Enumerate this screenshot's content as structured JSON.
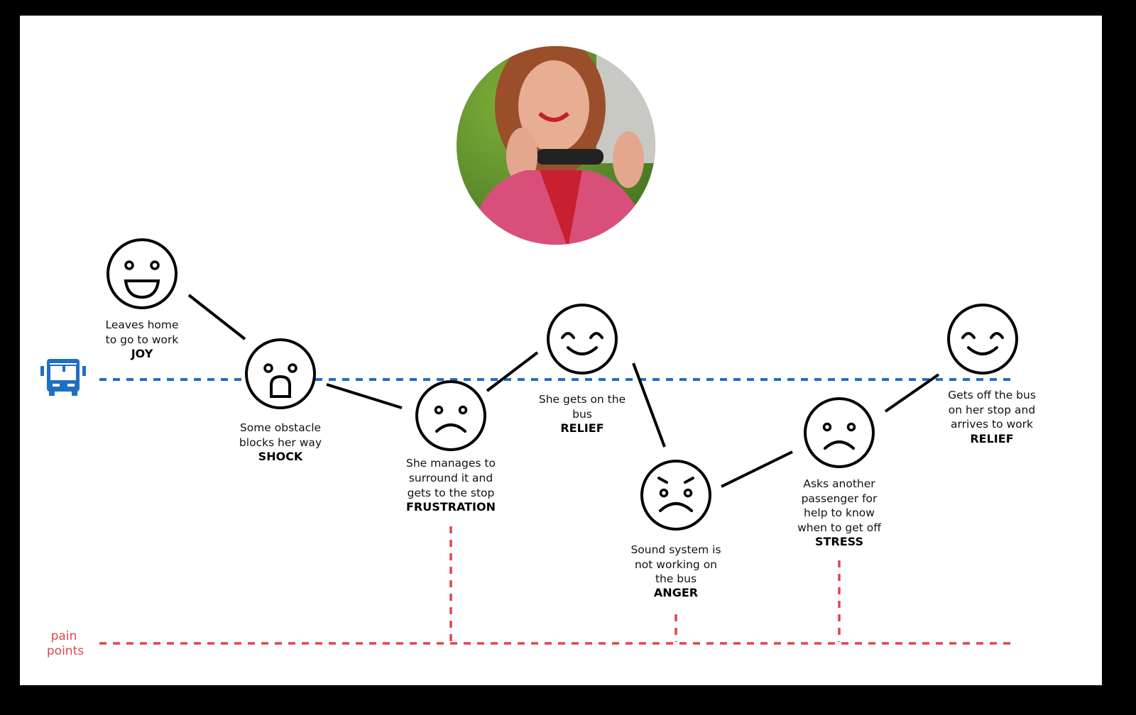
{
  "colors": {
    "bus_line": "#1f6fc1",
    "pain_line": "#e0454f",
    "frame": "#000000"
  },
  "persona_photo": {
    "icon": "persona-photo"
  },
  "bus_icon": "bus-icon",
  "pain_points_label": [
    "pain",
    "points"
  ],
  "steps": [
    {
      "id": "joy",
      "lines": [
        "Leaves home",
        "to go to work"
      ],
      "emotion": "JOY"
    },
    {
      "id": "shock",
      "lines": [
        "Some obstacle",
        "blocks her way"
      ],
      "emotion": "SHOCK"
    },
    {
      "id": "frustration",
      "lines": [
        "She manages to",
        "surround it and",
        "gets to the stop"
      ],
      "emotion": "FRUSTRATION",
      "pain_point": true
    },
    {
      "id": "relief1",
      "lines": [
        "She gets on the",
        "bus"
      ],
      "emotion": "RELIEF"
    },
    {
      "id": "anger",
      "lines": [
        "Sound system is",
        "not working on",
        "the bus"
      ],
      "emotion": "ANGER",
      "pain_point": true
    },
    {
      "id": "stress",
      "lines": [
        "Asks another",
        "passenger for",
        "help to know",
        "when to get off"
      ],
      "emotion": "STRESS",
      "pain_point": true
    },
    {
      "id": "relief2",
      "lines": [
        "Gets off the bus",
        "on her stop and",
        "arrives to work"
      ],
      "emotion": "RELIEF"
    }
  ]
}
